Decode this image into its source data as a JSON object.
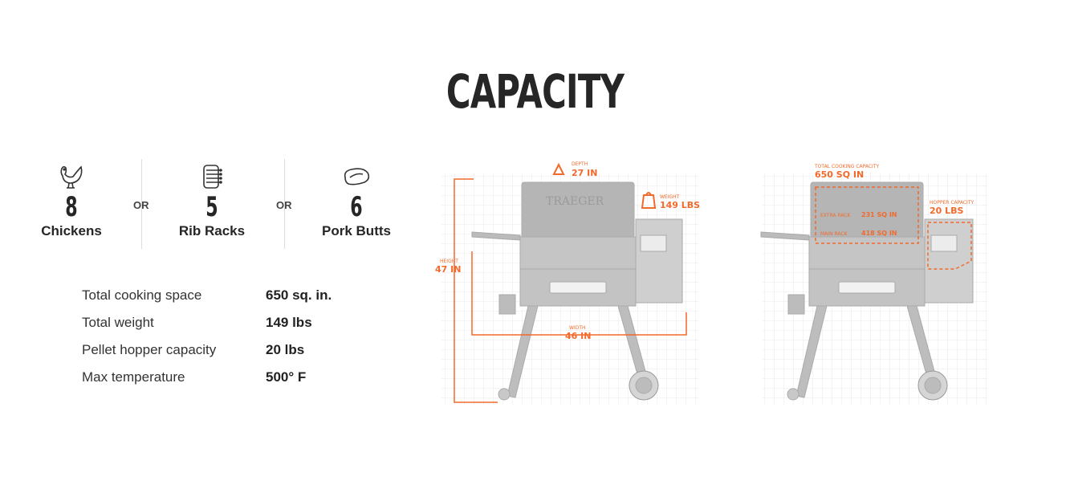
{
  "title": "CAPACITY",
  "capacity": {
    "or_label": "OR",
    "items": [
      {
        "number": "8",
        "label": "Chickens",
        "icon": "chicken-icon"
      },
      {
        "number": "5",
        "label": "Rib Racks",
        "icon": "rib-rack-icon"
      },
      {
        "number": "6",
        "label": "Pork Butts",
        "icon": "pork-butt-icon"
      }
    ]
  },
  "specs": [
    {
      "label": "Total cooking space",
      "value": "650 sq. in."
    },
    {
      "label": "Total weight",
      "value": "149 lbs"
    },
    {
      "label": "Pellet hopper capacity",
      "value": "20 lbs"
    },
    {
      "label": "Max temperature",
      "value": "500° F"
    }
  ],
  "diagram_dimensions": {
    "depth_label": "DEPTH",
    "depth_value": "27 IN",
    "weight_label": "WEIGHT",
    "weight_value": "149 LBS",
    "height_label": "HEIGHT",
    "height_value": "47 IN",
    "width_label": "WIDTH",
    "width_value": "46 IN",
    "brand": "TRAEGER"
  },
  "diagram_capacity": {
    "total_label": "TOTAL COOKING CAPACITY",
    "total_value": "650 SQ IN",
    "hopper_label": "HOPPER CAPACITY",
    "hopper_value": "20 LBS",
    "extra_rack_label": "EXTRA RACK",
    "extra_rack_value": "231 SQ IN",
    "main_rack_label": "MAIN RACK",
    "main_rack_value": "418 SQ IN"
  },
  "colors": {
    "accent": "#f26a2b",
    "text": "#262626",
    "grill": "#bdbdbd"
  }
}
